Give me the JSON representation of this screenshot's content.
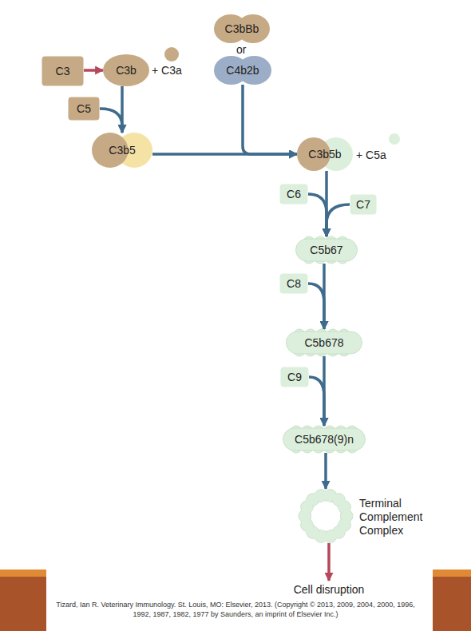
{
  "diagram": {
    "caption": "Tizard, Ian R. Veterinary Immunology. St. Louis, MO: Elsevier, 2013. (Copyright © 2013, 2009, 2004, 2000, 1996, 1992, 1987, 1982, 1977 by Saunders, an imprint of Elsevier Inc.)",
    "nodes": [
      {
        "text": [
          "C3"
        ]
      },
      {
        "text": [
          "C3b"
        ]
      },
      {
        "text": [
          "C3bBb"
        ]
      },
      {
        "text": [
          "C4b2b"
        ]
      },
      {
        "text": [
          "C5"
        ]
      },
      {
        "text": [
          "C3b5"
        ]
      },
      {
        "text": [
          "C3b5b"
        ]
      },
      {
        "text": [
          "C6"
        ]
      },
      {
        "text": [
          "C7"
        ]
      },
      {
        "text": [
          "C5b67"
        ]
      },
      {
        "text": [
          "C8"
        ]
      },
      {
        "text": [
          "C5b678"
        ]
      },
      {
        "text": [
          "C9"
        ]
      },
      {
        "text": [
          "C5b678(9)n"
        ]
      },
      {
        "text": [
          "Terminal Complement Complex"
        ]
      },
      {
        "text": [
          "Cell disruption"
        ]
      }
    ],
    "edges": [
      {
        "from": 0,
        "to": 1,
        "arrow": "to"
      },
      {
        "from": 1,
        "to": 5,
        "arrow": "to"
      },
      {
        "from": 4,
        "to": 5,
        "arrow": "to"
      },
      {
        "from": 5,
        "to": 6,
        "arrow": "to"
      },
      {
        "from": 3,
        "to": 6,
        "arrow": "to"
      },
      {
        "from": 6,
        "to": 9,
        "arrow": "to"
      },
      {
        "from": 7,
        "to": 9,
        "arrow": "to"
      },
      {
        "from": 8,
        "to": 9,
        "arrow": "to"
      },
      {
        "from": 9,
        "to": 11,
        "arrow": "to"
      },
      {
        "from": 10,
        "to": 11,
        "arrow": "to"
      },
      {
        "from": 11,
        "to": 13,
        "arrow": "to"
      },
      {
        "from": 12,
        "to": 13,
        "arrow": "to"
      },
      {
        "from": 13,
        "to": 14,
        "arrow": "to"
      },
      {
        "from": 14,
        "to": 15,
        "arrow": "to"
      }
    ],
    "labels": [
      "+ C3a",
      "or",
      "+ C5a"
    ]
  }
}
